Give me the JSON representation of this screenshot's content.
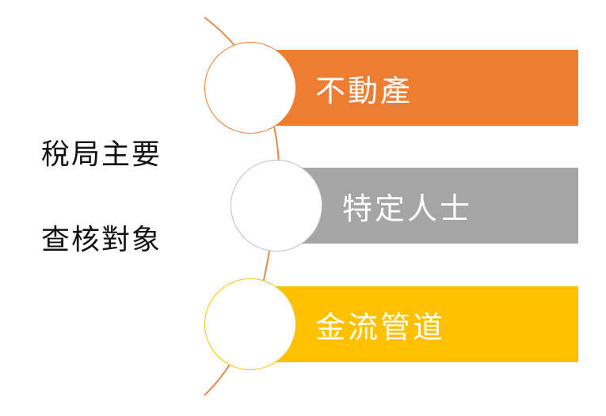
{
  "heading": {
    "line1": "稅局主要",
    "line2": "查核對象"
  },
  "items": [
    {
      "label": "不動產",
      "color": "#ED7D31"
    },
    {
      "label": "特定人士",
      "color": "#A5A5A5"
    },
    {
      "label": "金流管道",
      "color": "#FFC000"
    }
  ],
  "connector_color": "#E8894A"
}
